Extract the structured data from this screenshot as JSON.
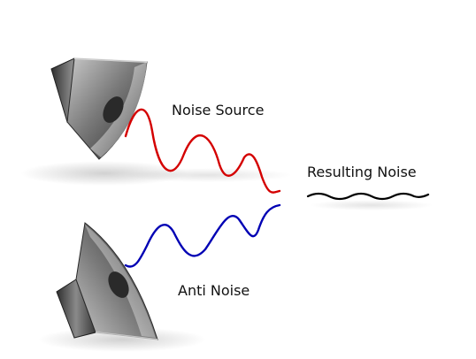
{
  "labels": {
    "noise_source": "Noise Source",
    "resulting_noise": "Resulting Noise",
    "anti_noise": "Anti Noise"
  },
  "colors": {
    "noise_wave": "#d40000",
    "anti_noise_wave": "#0000b4",
    "resulting_wave": "#000000",
    "speaker_dark": "#3a3a3a",
    "speaker_light": "#e6e6e6"
  },
  "icons": {
    "top_speaker": "speaker-icon",
    "bottom_speaker": "speaker-icon"
  }
}
